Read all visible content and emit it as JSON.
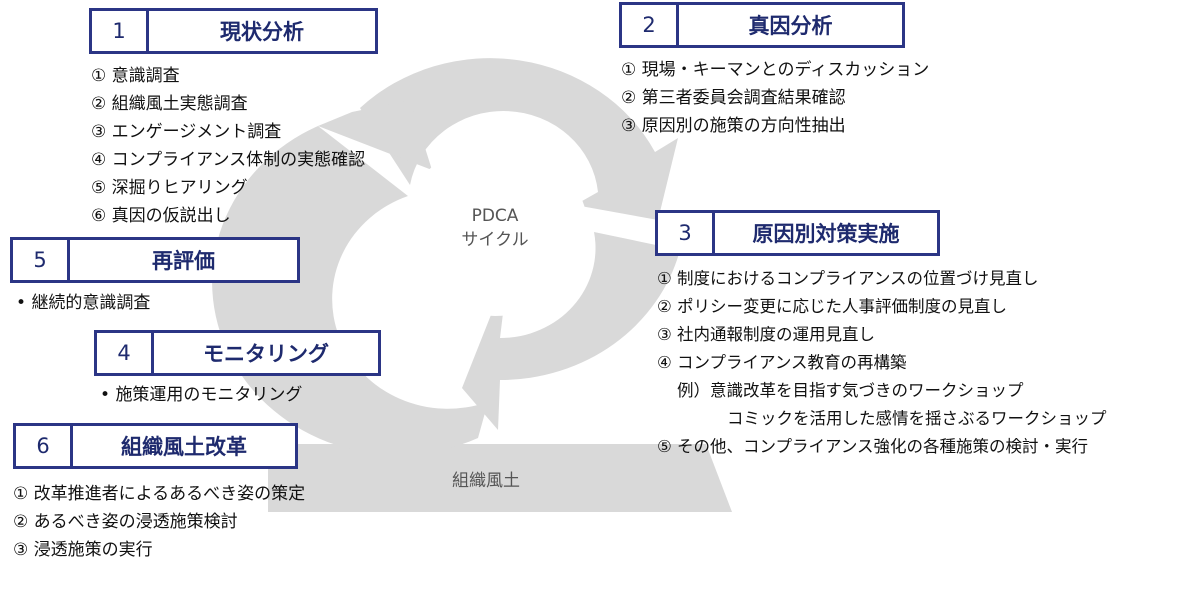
{
  "center": {
    "line1": "PDCA",
    "line2": "サイクル"
  },
  "base_label": "組織風土",
  "colors": {
    "box_border": "#2b3585",
    "arrow_fill": "#d9d9d9",
    "title_text": "#1e2a6e"
  },
  "sections": {
    "s1": {
      "number": "1",
      "title": "現状分析",
      "items": [
        "① 意識調査",
        "② 組織風土実態調査",
        "③ エンゲージメント調査",
        "④ コンプライアンス体制の実態確認",
        "⑤ 深掘りヒアリング",
        "⑥ 真因の仮説出し"
      ]
    },
    "s2": {
      "number": "2",
      "title": "真因分析",
      "items": [
        "① 現場・キーマンとのディスカッション",
        "② 第三者委員会調査結果確認",
        "③ 原因別の施策の方向性抽出"
      ]
    },
    "s3": {
      "number": "3",
      "title": "原因別対策実施",
      "items": [
        "① 制度におけるコンプライアンスの位置づけ見直し",
        "② ポリシー変更に応じた人事評価制度の見直し",
        "③ 社内通報制度の運用見直し",
        "④ コンプライアンス教育の再構築",
        "例）意識改革を目指す気づきのワークショップ",
        "コミックを活用した感情を揺さぶるワークショップ",
        "⑤ その他、コンプライアンス強化の各種施策の検討・実行"
      ]
    },
    "s4": {
      "number": "4",
      "title": "モニタリング",
      "items": [
        "施策運用のモニタリング"
      ]
    },
    "s5": {
      "number": "5",
      "title": "再評価",
      "items": [
        "継続的意識調査"
      ]
    },
    "s6": {
      "number": "6",
      "title": "組織風土改革",
      "items": [
        "① 改革推進者によるあるべき姿の策定",
        "② あるべき姿の浸透施策検討",
        "③ 浸透施策の実行"
      ]
    }
  }
}
